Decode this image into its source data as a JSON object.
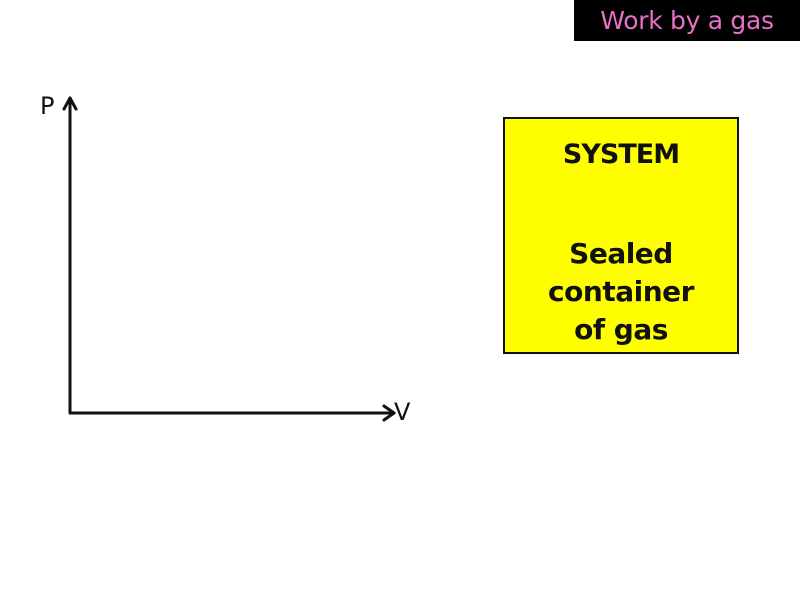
{
  "slide": {
    "title": "Work by a gas",
    "colors": {
      "title_background": "#000000",
      "title_text": "#e96fc8",
      "system_box_fill": "#ffff00",
      "axis_color": "#111111"
    }
  },
  "graph": {
    "y_axis_label": "P",
    "x_axis_label": "V"
  },
  "system_box": {
    "heading": "SYSTEM",
    "description_lines": [
      "Sealed",
      "container",
      "of gas"
    ]
  }
}
